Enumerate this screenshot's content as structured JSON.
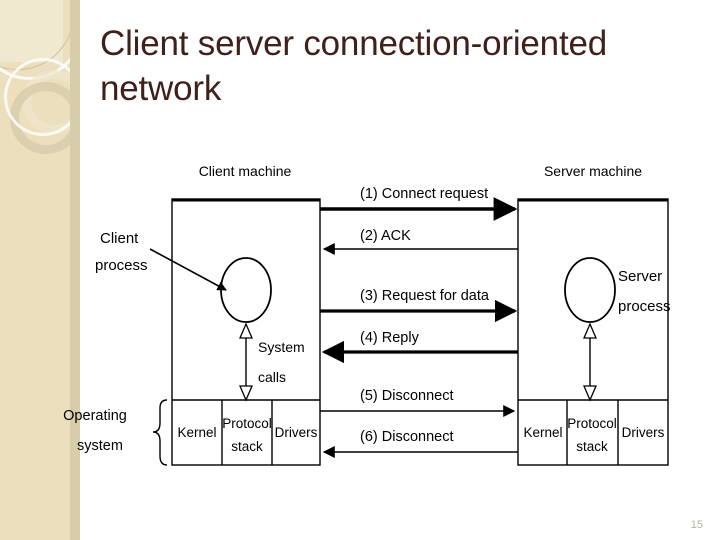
{
  "slide": {
    "title": "Client server connection-oriented network",
    "page_number": "15",
    "title_color": "#40201a",
    "sidebar_color": "#ecdfbe",
    "page_number_color": "#b3b0a0"
  },
  "diagram": {
    "client": {
      "machine_label": "Client machine",
      "process_label_line1": "Client",
      "process_label_line2": "process",
      "syscalls_label_line1": "System",
      "syscalls_label_line2": "calls",
      "os_label_line1": "Operating",
      "os_label_line2": "system",
      "os_boxes": [
        {
          "label": "Kernel"
        },
        {
          "label_line1": "Protocol",
          "label_line2": "stack"
        },
        {
          "label": "Drivers"
        }
      ]
    },
    "server": {
      "machine_label": "Server machine",
      "process_label_line1": "Server",
      "process_label_line2": "process",
      "os_boxes": [
        {
          "label": "Kernel"
        },
        {
          "label_line1": "Protocol",
          "label_line2": "stack"
        },
        {
          "label": "Drivers"
        }
      ]
    },
    "messages": [
      {
        "id": "1",
        "label": "(1) Connect request",
        "direction": "right",
        "weight": "thick"
      },
      {
        "id": "2",
        "label": "(2) ACK",
        "direction": "left",
        "weight": "thin"
      },
      {
        "id": "3",
        "label": "(3) Request for data",
        "direction": "right",
        "weight": "thick"
      },
      {
        "id": "4",
        "label": "(4) Reply",
        "direction": "left",
        "weight": "thick"
      },
      {
        "id": "5",
        "label": "(5) Disconnect",
        "direction": "right",
        "weight": "thin"
      },
      {
        "id": "6",
        "label": "(6) Disconnect",
        "direction": "left",
        "weight": "thin"
      }
    ]
  }
}
